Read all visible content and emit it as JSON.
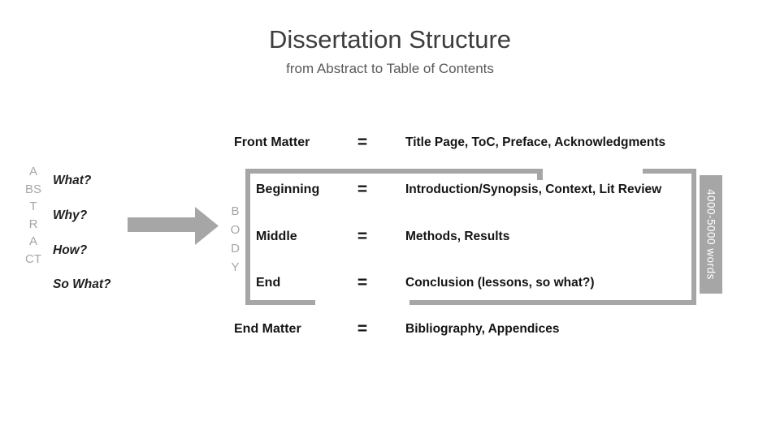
{
  "slide": {
    "title": "Dissertation Structure",
    "subtitle": "from Abstract to Table of Contents"
  },
  "abstract": {
    "lines": [
      "A",
      "BS",
      "T",
      "R",
      "A",
      "CT"
    ],
    "questions": [
      "What?",
      "Why?",
      "How?",
      "So What?"
    ]
  },
  "body": {
    "lines": [
      "B",
      "O",
      "D",
      "Y"
    ]
  },
  "rows": [
    {
      "label": "Front Matter",
      "eq": "=",
      "desc": "Title Page, ToC, Preface, Acknowledgments"
    },
    {
      "label": "Beginning",
      "eq": "=",
      "desc": "Introduction/Synopsis, Context, Lit Review"
    },
    {
      "label": "Middle",
      "eq": "=",
      "desc": "Methods, Results"
    },
    {
      "label": "End",
      "eq": "=",
      "desc": "Conclusion (lessons, so what?)"
    },
    {
      "label": "End Matter",
      "eq": "=",
      "desc": "Bibliography, Appendices"
    }
  ],
  "word_count": {
    "text": "4000-5000 words"
  },
  "colors": {
    "gray": "#a6a6a6",
    "title_text": "#3d3d3d",
    "subtitle_text": "#595959",
    "body_text": "#141414",
    "word_count_text": "#ffffff"
  }
}
